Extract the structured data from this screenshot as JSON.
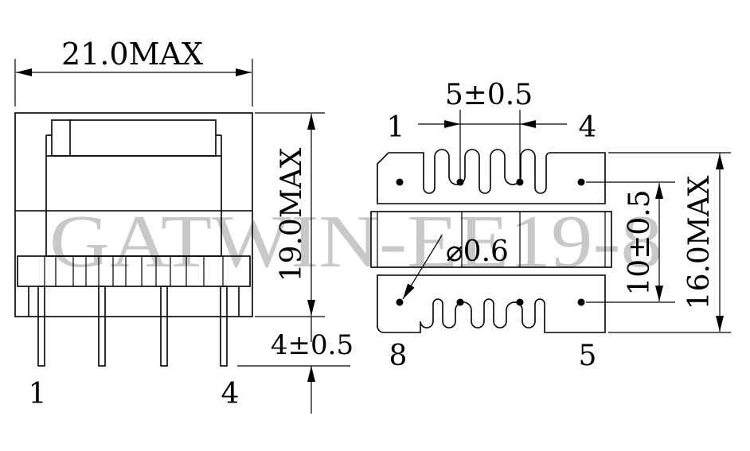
{
  "watermark": "GATWIN-EE19-8",
  "side_view": {
    "width_dim": "21.0MAX",
    "height_dim": "19.0MAX",
    "pin_length_dim": "4±0.5",
    "pin_left_label": "1",
    "pin_right_label": "4"
  },
  "bottom_view": {
    "pitch_dim": "5±0.5",
    "row_spacing_dim": "10±0.5",
    "depth_dim": "16.0MAX",
    "hole_dim": "⌀0.6",
    "pin_1": "1",
    "pin_4": "4",
    "pin_8": "8",
    "pin_5": "5"
  },
  "colors": {
    "line": "#000000",
    "watermark": "#c8c8c8"
  }
}
